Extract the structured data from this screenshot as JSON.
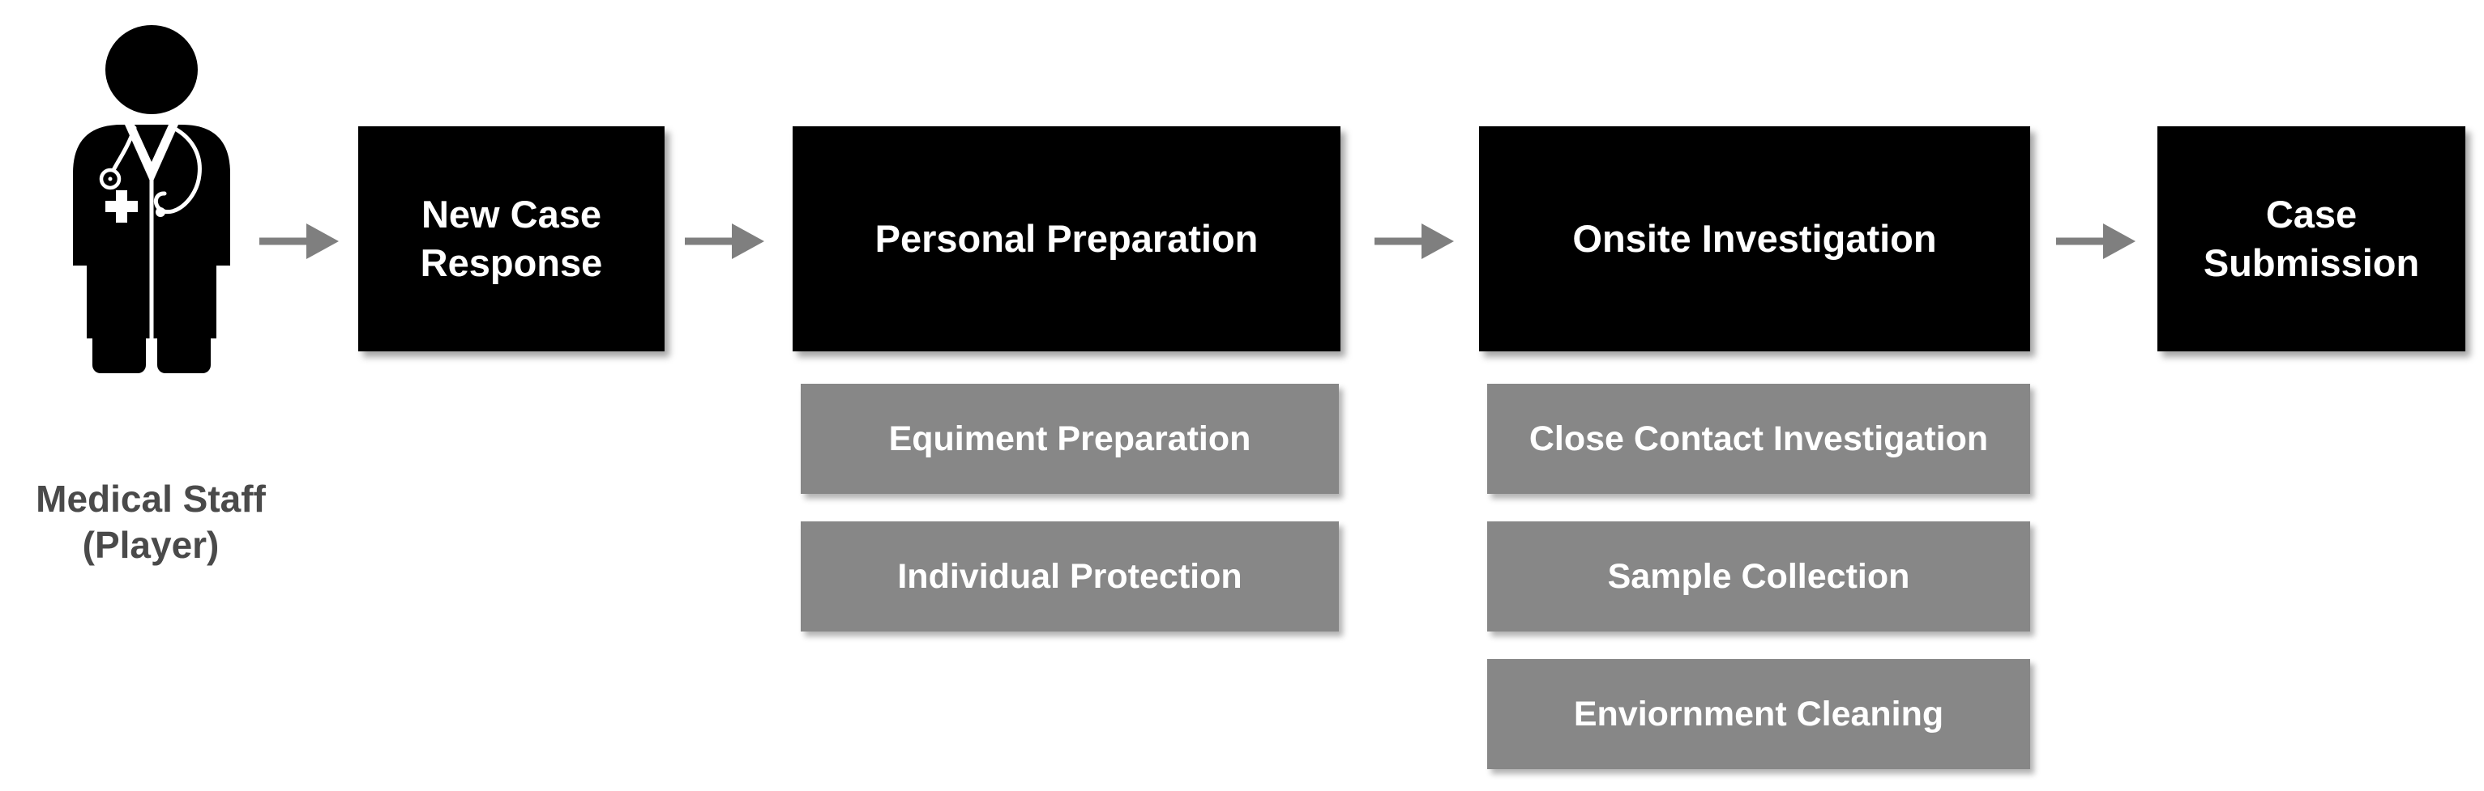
{
  "figure": {
    "type": "flow-diagram",
    "description_visible_text_only": true
  },
  "actor": {
    "icon": "medical-staff",
    "label": "Medical Staff (Player)",
    "label_lines": [
      "Medical Staff",
      "(Player)"
    ]
  },
  "flow": {
    "stages": [
      {
        "label": "New Case Response",
        "label_lines": [
          "New Case",
          "Response"
        ],
        "substeps": []
      },
      {
        "label": "Personal Preparation",
        "label_lines": [
          "Personal Preparation"
        ],
        "substeps": [
          "Equiment Preparation",
          "Individual Protection"
        ]
      },
      {
        "label": "Onsite Investigation",
        "label_lines": [
          "Onsite Investigation"
        ],
        "substeps": [
          "Close Contact Investigation",
          "Sample Collection",
          "Enviornment Cleaning"
        ]
      },
      {
        "label": "Case Submission",
        "label_lines": [
          "Case",
          "Submission"
        ],
        "substeps": []
      }
    ]
  },
  "colors": {
    "stage_bg": "#000000",
    "stage_text": "#ffffff",
    "substep_bg": "#878787",
    "substep_text": "#ffffff",
    "arrow": "#7f7f7f",
    "actor_label": "#4a4a4a",
    "background": "#ffffff"
  }
}
